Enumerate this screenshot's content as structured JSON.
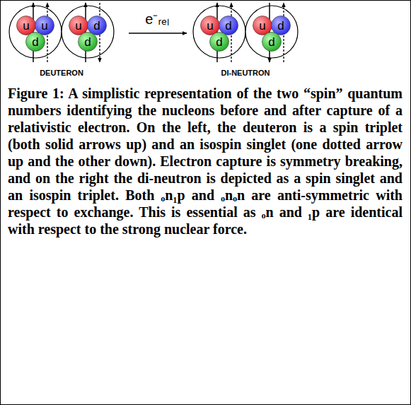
{
  "diagram": {
    "caption": "Figure 1: A simplistic representation of the two “spin” quantum numbers identifying the nucleons before and after capture of a relativistic electron. On the left, the deuteron is a spin triplet (both solid arrows up) and an isospin singlet (one dotted arrow up and the other down). Electron capture is symmetry breaking, and on the right the di-neutron is depicted as a spin singlet and an isospin triplet. Both ₒn₁p and ₒnₒn are anti-symmetric with respect to exchange. This is essential as ₒn and ₁p are identical with respect to the strong nuclear force.",
    "nodes": [
      {
        "text": [
          "u"
        ]
      },
      {
        "text": [
          "u"
        ]
      },
      {
        "text": [
          "d"
        ]
      },
      {
        "text": [
          "u"
        ]
      },
      {
        "text": [
          "d"
        ]
      },
      {
        "text": [
          "d"
        ]
      },
      {
        "text": [
          "u"
        ]
      },
      {
        "text": [
          "d"
        ]
      },
      {
        "text": [
          "d"
        ]
      },
      {
        "text": [
          "u"
        ]
      },
      {
        "text": [
          "d"
        ]
      },
      {
        "text": [
          "d"
        ]
      }
    ],
    "labels": [
      "e⁻ᵣₑₗ",
      "DEUTERON",
      "DI-NEUTRON"
    ]
  }
}
